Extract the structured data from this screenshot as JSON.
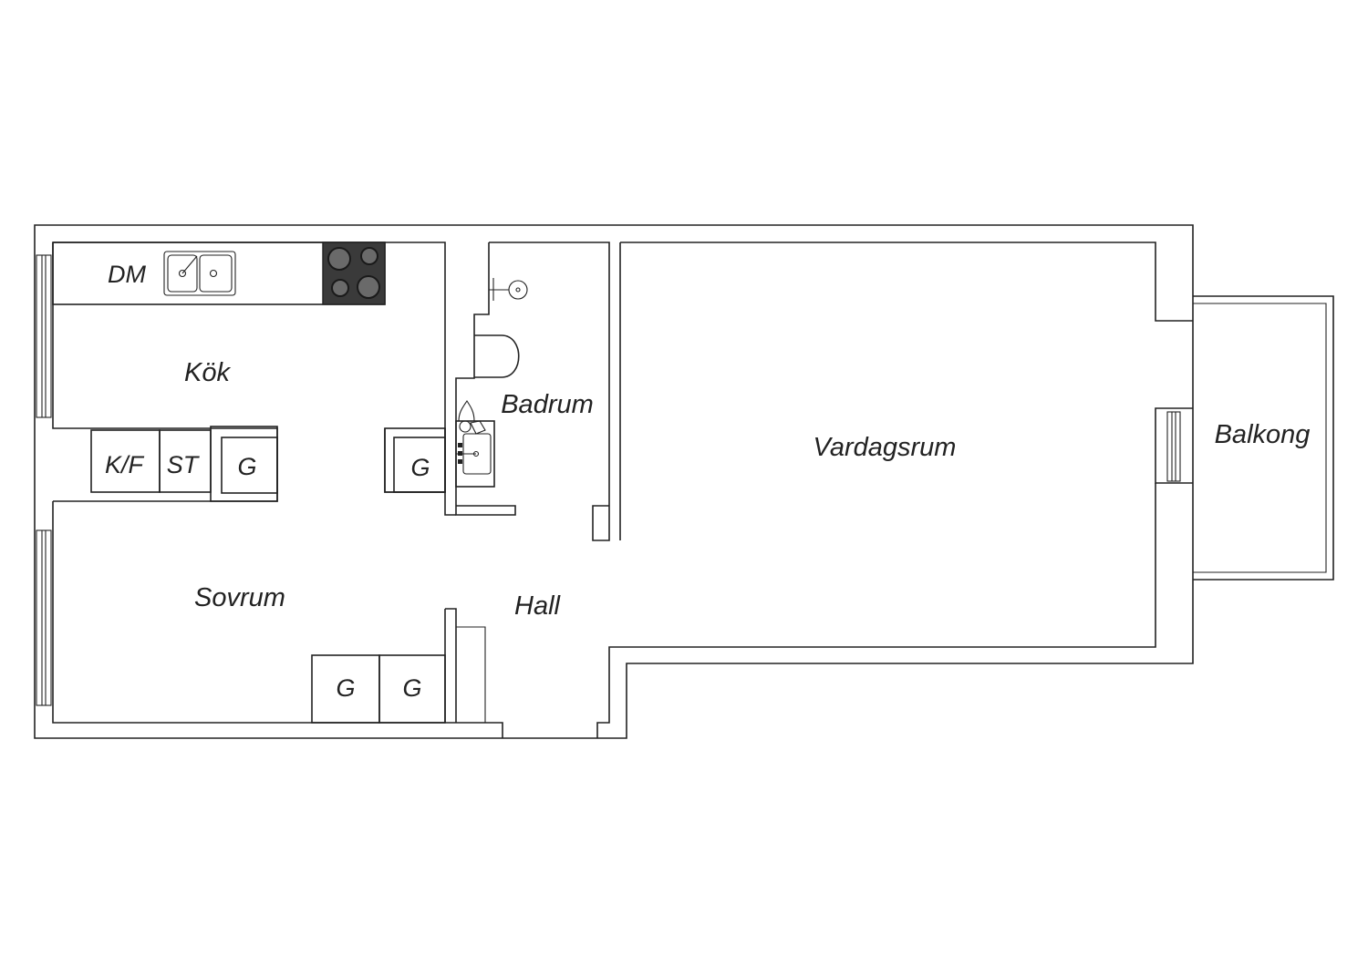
{
  "floorplan": {
    "rooms": {
      "kitchen": "Kök",
      "bathroom": "Badrum",
      "living_room": "Vardagsrum",
      "balcony": "Balkong",
      "bedroom": "Sovrum",
      "hall": "Hall"
    },
    "fixtures": {
      "dishwasher": "DM",
      "fridge_freezer": "K/F",
      "broom_closet": "ST",
      "wardrobe_kitchen": "G",
      "wardrobe_bath": "G",
      "wardrobe_bedroom_1": "G",
      "wardrobe_bedroom_2": "G"
    }
  }
}
